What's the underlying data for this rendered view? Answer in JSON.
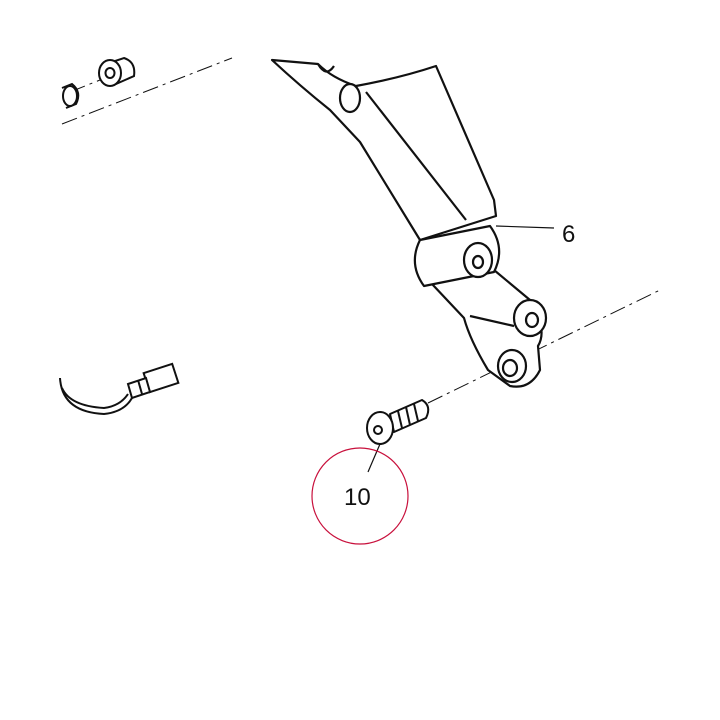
{
  "diagram": {
    "callouts": [
      {
        "id": "callout-6",
        "label": "6"
      },
      {
        "id": "callout-10",
        "label": "10",
        "circled": true
      }
    ],
    "colors": {
      "line": "#111111",
      "highlight_circle": "#c8103c",
      "background": "#ffffff"
    }
  }
}
